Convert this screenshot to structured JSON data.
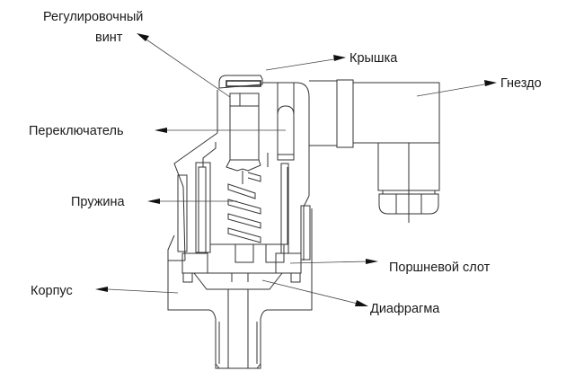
{
  "labels": {
    "adjusting_screw_line1": "Регулировочный",
    "adjusting_screw_line2": "винт",
    "cover": "Крышка",
    "socket": "Гнездо",
    "switch": "Переключатель",
    "spring": "Пружина",
    "piston_slot": "Поршневой слот",
    "housing": "Корпус",
    "diaphragm": "Диафрагма"
  },
  "colors": {
    "line": "#333333",
    "text": "#1a1a1a",
    "background": "#ffffff"
  }
}
